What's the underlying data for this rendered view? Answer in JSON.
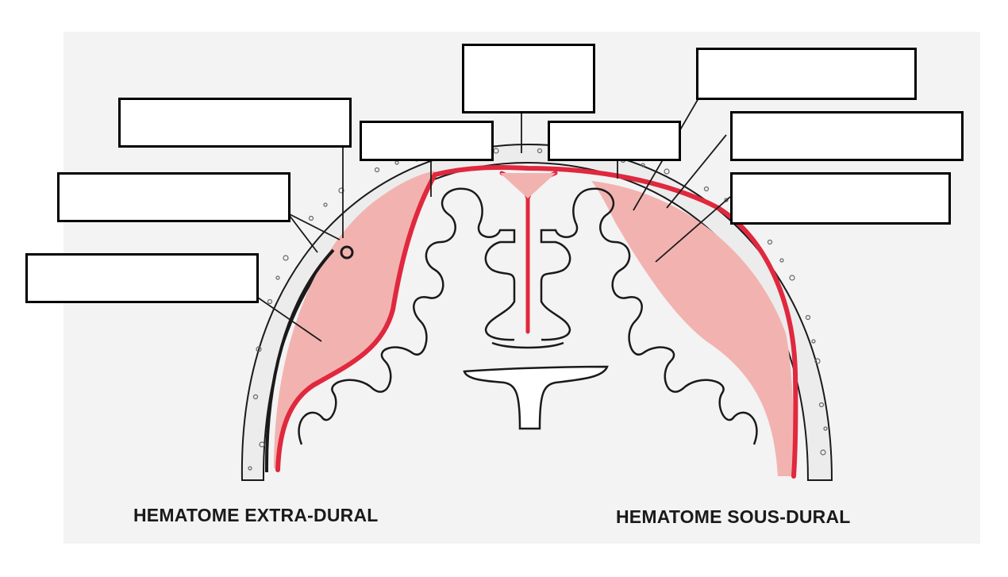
{
  "captions": {
    "left": "HEMATOME EXTRA-DURAL",
    "right": "HEMATOME SOUS-DURAL"
  },
  "colors": {
    "panel_background": "#f3f3f3",
    "hematoma_fill": "#f2b3b0",
    "dura_red": "#e0283e",
    "bone_fill": "#ececec",
    "outline": "#1a1a1a",
    "label_box_border": "#000000"
  },
  "label_boxes": [
    {
      "id": "box-top-center",
      "text": ""
    },
    {
      "id": "box-top-right",
      "text": ""
    },
    {
      "id": "box-left-upper",
      "text": ""
    },
    {
      "id": "box-center-left",
      "text": ""
    },
    {
      "id": "box-center-right",
      "text": ""
    },
    {
      "id": "box-right-middle",
      "text": ""
    },
    {
      "id": "box-left-middle",
      "text": ""
    },
    {
      "id": "box-right-lower",
      "text": ""
    },
    {
      "id": "box-left-lower",
      "text": ""
    }
  ]
}
